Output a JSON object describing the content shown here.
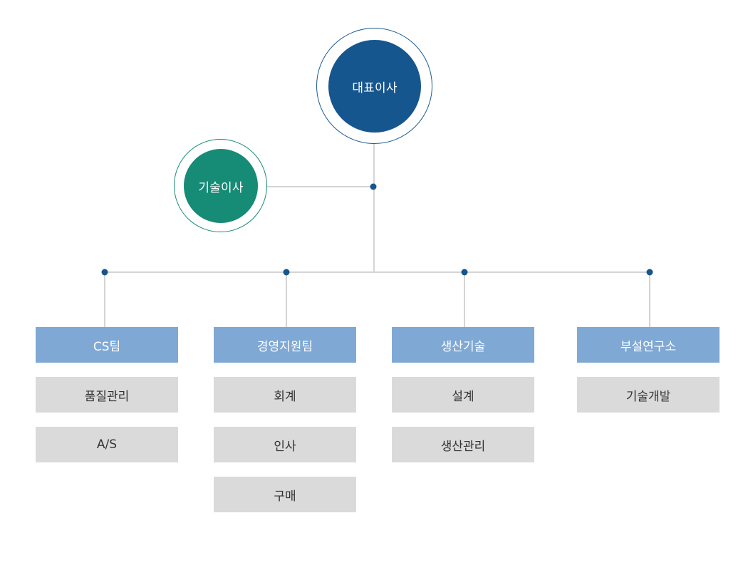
{
  "ceo": {
    "label": "대표이사"
  },
  "cto": {
    "label": "기술이사"
  },
  "colors": {
    "ceo": "#16568f",
    "cto": "#168b76",
    "dept_header": "#7fa8d4",
    "sub_item": "#dadada",
    "connector": "#d4d4d4",
    "node_dot": "#16568f"
  },
  "departments": [
    {
      "name": "CS팀",
      "items": [
        "품질관리",
        "A/S"
      ]
    },
    {
      "name": "경영지원팀",
      "items": [
        "회계",
        "인사",
        "구매"
      ]
    },
    {
      "name": "생산기술",
      "items": [
        "설계",
        "생산관리"
      ]
    },
    {
      "name": "부설연구소",
      "items": [
        "기술개발"
      ]
    }
  ]
}
